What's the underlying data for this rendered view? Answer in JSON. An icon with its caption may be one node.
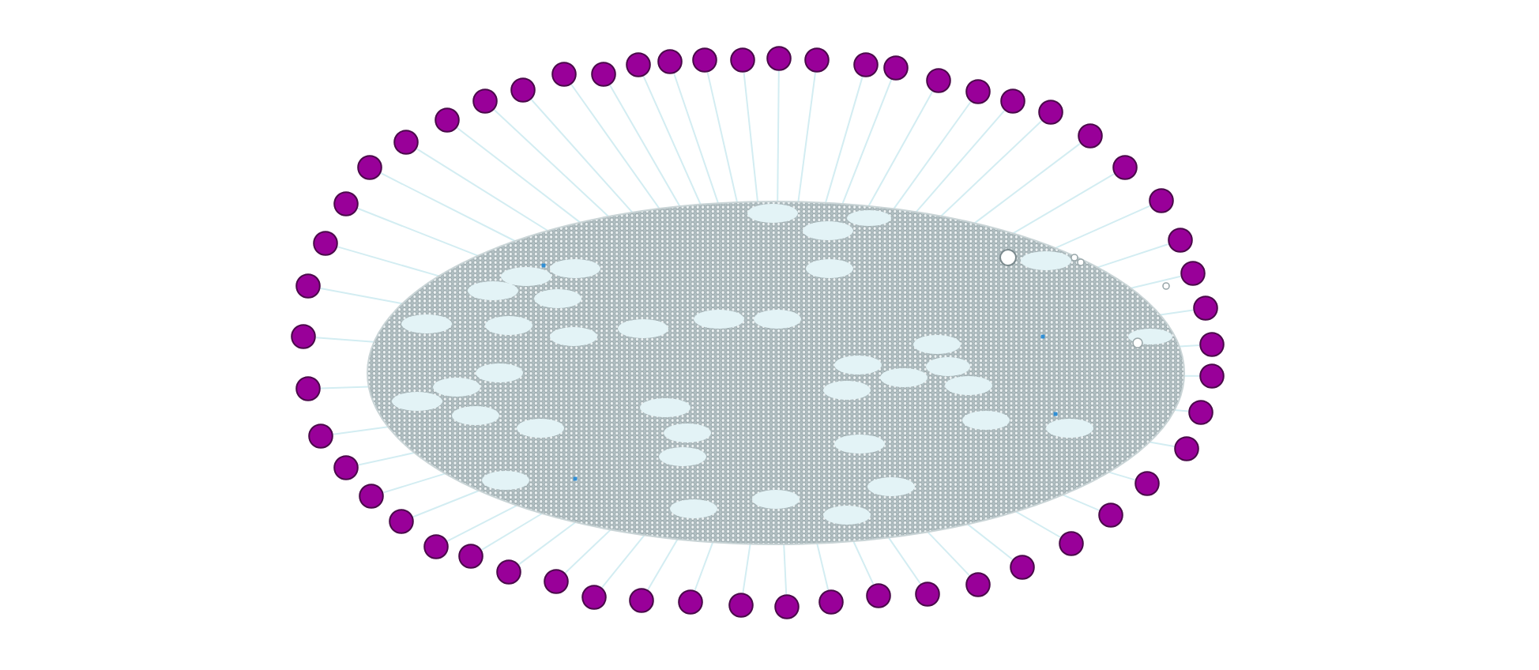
{
  "diagram": {
    "nodes": [
      {
        "text": [],
        "shape": "circle"
      },
      {
        "text": [],
        "shape": "circle"
      },
      {
        "text": [],
        "shape": "circle"
      },
      {
        "text": [],
        "shape": "circle"
      },
      {
        "text": [],
        "shape": "circle"
      },
      {
        "text": [],
        "shape": "circle"
      },
      {
        "text": [],
        "shape": "circle"
      },
      {
        "text": [],
        "shape": "circle"
      },
      {
        "text": [],
        "shape": "circle"
      },
      {
        "text": [],
        "shape": "circle"
      },
      {
        "text": [],
        "shape": "circle"
      },
      {
        "text": [],
        "shape": "circle"
      },
      {
        "text": [],
        "shape": "circle"
      },
      {
        "text": [],
        "shape": "circle"
      },
      {
        "text": [],
        "shape": "circle"
      },
      {
        "text": [],
        "shape": "circle"
      },
      {
        "text": [],
        "shape": "circle"
      },
      {
        "text": [],
        "shape": "circle"
      },
      {
        "text": [],
        "shape": "circle"
      },
      {
        "text": [],
        "shape": "circle"
      },
      {
        "text": [],
        "shape": "circle"
      },
      {
        "text": [],
        "shape": "circle"
      },
      {
        "text": [],
        "shape": "circle"
      },
      {
        "text": [],
        "shape": "circle"
      },
      {
        "text": [],
        "shape": "circle"
      },
      {
        "text": [],
        "shape": "circle"
      },
      {
        "text": [],
        "shape": "circle"
      },
      {
        "text": [],
        "shape": "circle"
      },
      {
        "text": [],
        "shape": "circle"
      },
      {
        "text": [],
        "shape": "circle"
      },
      {
        "text": [],
        "shape": "circle"
      },
      {
        "text": [],
        "shape": "circle"
      },
      {
        "text": [],
        "shape": "circle"
      },
      {
        "text": [],
        "shape": "circle"
      },
      {
        "text": [],
        "shape": "circle"
      },
      {
        "text": [],
        "shape": "circle"
      },
      {
        "text": [],
        "shape": "circle"
      },
      {
        "text": [],
        "shape": "circle"
      },
      {
        "text": [],
        "shape": "circle"
      },
      {
        "text": [],
        "shape": "circle"
      },
      {
        "text": [],
        "shape": "circle"
      },
      {
        "text": [],
        "shape": "circle"
      },
      {
        "text": [],
        "shape": "circle"
      },
      {
        "text": [],
        "shape": "circle"
      },
      {
        "text": [],
        "shape": "circle"
      },
      {
        "text": [],
        "shape": "circle"
      },
      {
        "text": [],
        "shape": "circle"
      },
      {
        "text": [],
        "shape": "circle"
      },
      {
        "text": [],
        "shape": "circle"
      },
      {
        "text": [],
        "shape": "circle"
      },
      {
        "text": [],
        "shape": "circle"
      },
      {
        "text": [],
        "shape": "circle"
      },
      {
        "text": [],
        "shape": "circle"
      },
      {
        "text": [],
        "shape": "circle"
      },
      {
        "text": [],
        "shape": "circle"
      },
      {
        "text": [],
        "shape": "picture"
      }
    ],
    "edges": [
      {
        "from": 0,
        "to": 55,
        "arrow": "none"
      },
      {
        "from": 1,
        "to": 55,
        "arrow": "none"
      },
      {
        "from": 2,
        "to": 55,
        "arrow": "none"
      },
      {
        "from": 3,
        "to": 55,
        "arrow": "none"
      },
      {
        "from": 4,
        "to": 55,
        "arrow": "none"
      },
      {
        "from": 5,
        "to": 55,
        "arrow": "none"
      },
      {
        "from": 6,
        "to": 55,
        "arrow": "none"
      },
      {
        "from": 7,
        "to": 55,
        "arrow": "none"
      },
      {
        "from": 8,
        "to": 55,
        "arrow": "none"
      },
      {
        "from": 9,
        "to": 55,
        "arrow": "none"
      },
      {
        "from": 10,
        "to": 55,
        "arrow": "none"
      },
      {
        "from": 11,
        "to": 55,
        "arrow": "none"
      },
      {
        "from": 12,
        "to": 55,
        "arrow": "none"
      },
      {
        "from": 13,
        "to": 55,
        "arrow": "none"
      },
      {
        "from": 14,
        "to": 55,
        "arrow": "none"
      },
      {
        "from": 15,
        "to": 55,
        "arrow": "none"
      },
      {
        "from": 16,
        "to": 55,
        "arrow": "none"
      },
      {
        "from": 17,
        "to": 55,
        "arrow": "none"
      },
      {
        "from": 18,
        "to": 55,
        "arrow": "none"
      },
      {
        "from": 19,
        "to": 55,
        "arrow": "none"
      },
      {
        "from": 20,
        "to": 55,
        "arrow": "none"
      },
      {
        "from": 21,
        "to": 55,
        "arrow": "none"
      },
      {
        "from": 22,
        "to": 55,
        "arrow": "none"
      },
      {
        "from": 23,
        "to": 55,
        "arrow": "none"
      },
      {
        "from": 24,
        "to": 55,
        "arrow": "none"
      },
      {
        "from": 25,
        "to": 55,
        "arrow": "none"
      },
      {
        "from": 26,
        "to": 55,
        "arrow": "none"
      },
      {
        "from": 27,
        "to": 55,
        "arrow": "none"
      },
      {
        "from": 28,
        "to": 55,
        "arrow": "none"
      },
      {
        "from": 29,
        "to": 55,
        "arrow": "none"
      },
      {
        "from": 30,
        "to": 55,
        "arrow": "none"
      },
      {
        "from": 31,
        "to": 55,
        "arrow": "none"
      },
      {
        "from": 32,
        "to": 55,
        "arrow": "none"
      },
      {
        "from": 33,
        "to": 55,
        "arrow": "none"
      },
      {
        "from": 34,
        "to": 55,
        "arrow": "none"
      },
      {
        "from": 35,
        "to": 55,
        "arrow": "none"
      },
      {
        "from": 36,
        "to": 55,
        "arrow": "none"
      },
      {
        "from": 37,
        "to": 55,
        "arrow": "none"
      },
      {
        "from": 38,
        "to": 55,
        "arrow": "none"
      },
      {
        "from": 39,
        "to": 55,
        "arrow": "none"
      },
      {
        "from": 40,
        "to": 55,
        "arrow": "none"
      },
      {
        "from": 41,
        "to": 55,
        "arrow": "none"
      },
      {
        "from": 42,
        "to": 55,
        "arrow": "none"
      },
      {
        "from": 43,
        "to": 55,
        "arrow": "none"
      },
      {
        "from": 44,
        "to": 55,
        "arrow": "none"
      },
      {
        "from": 45,
        "to": 55,
        "arrow": "none"
      },
      {
        "from": 46,
        "to": 55,
        "arrow": "none"
      },
      {
        "from": 47,
        "to": 55,
        "arrow": "none"
      },
      {
        "from": 48,
        "to": 55,
        "arrow": "none"
      },
      {
        "from": 49,
        "to": 55,
        "arrow": "none"
      },
      {
        "from": 50,
        "to": 55,
        "arrow": "none"
      },
      {
        "from": 51,
        "to": 55,
        "arrow": "none"
      },
      {
        "from": 52,
        "to": 55,
        "arrow": "none"
      },
      {
        "from": 53,
        "to": 55,
        "arrow": "none"
      },
      {
        "from": 54,
        "to": 55,
        "arrow": "none"
      }
    ]
  }
}
